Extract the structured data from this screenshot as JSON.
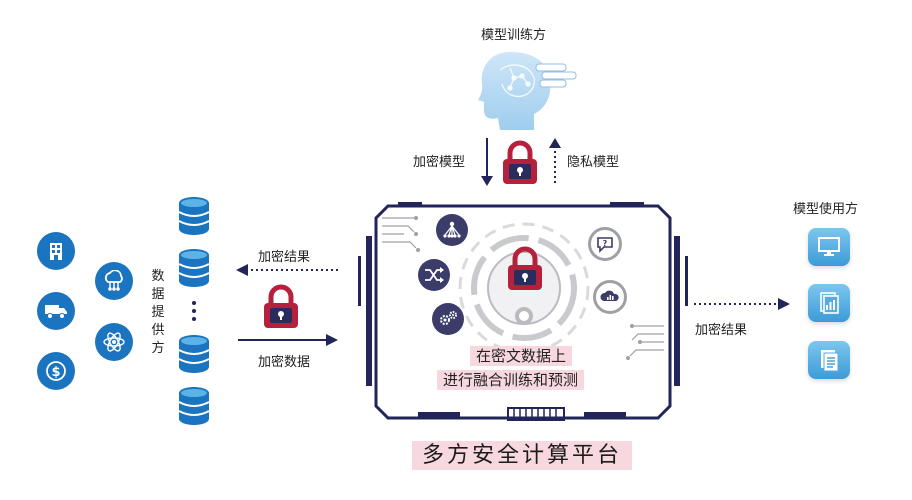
{
  "trainer": {
    "label": "模型训练方"
  },
  "encrypted_model": {
    "label": "加密模型"
  },
  "private_model": {
    "label": "隐私模型"
  },
  "data_provider": {
    "label": "数据提供方"
  },
  "encrypted_result_left": {
    "label": "加密结果"
  },
  "encrypted_data": {
    "label": "加密数据"
  },
  "model_user": {
    "label": "模型使用方"
  },
  "encrypted_result_right": {
    "label": "加密结果"
  },
  "platform": {
    "line1": "在密文数据上",
    "line2": "进行融合训练和预测",
    "title": "多方安全计算平台"
  },
  "colors": {
    "navy": "#22245a",
    "blue": "#1a74bf",
    "lightblue": "#5cb3e6",
    "lock_red": "#b5203c",
    "highlight": "#f8d8df"
  },
  "icons": {
    "providers": [
      "building-icon",
      "cloud-network-icon",
      "truck-icon",
      "atom-icon",
      "dollar-icon"
    ],
    "user_tiles": [
      "monitor-icon",
      "report-chart-icon",
      "document-icon"
    ],
    "platform": [
      "network-tree-icon",
      "shuffle-icon",
      "gears-icon",
      "question-bubble-icon",
      "cloud-chart-icon"
    ]
  }
}
